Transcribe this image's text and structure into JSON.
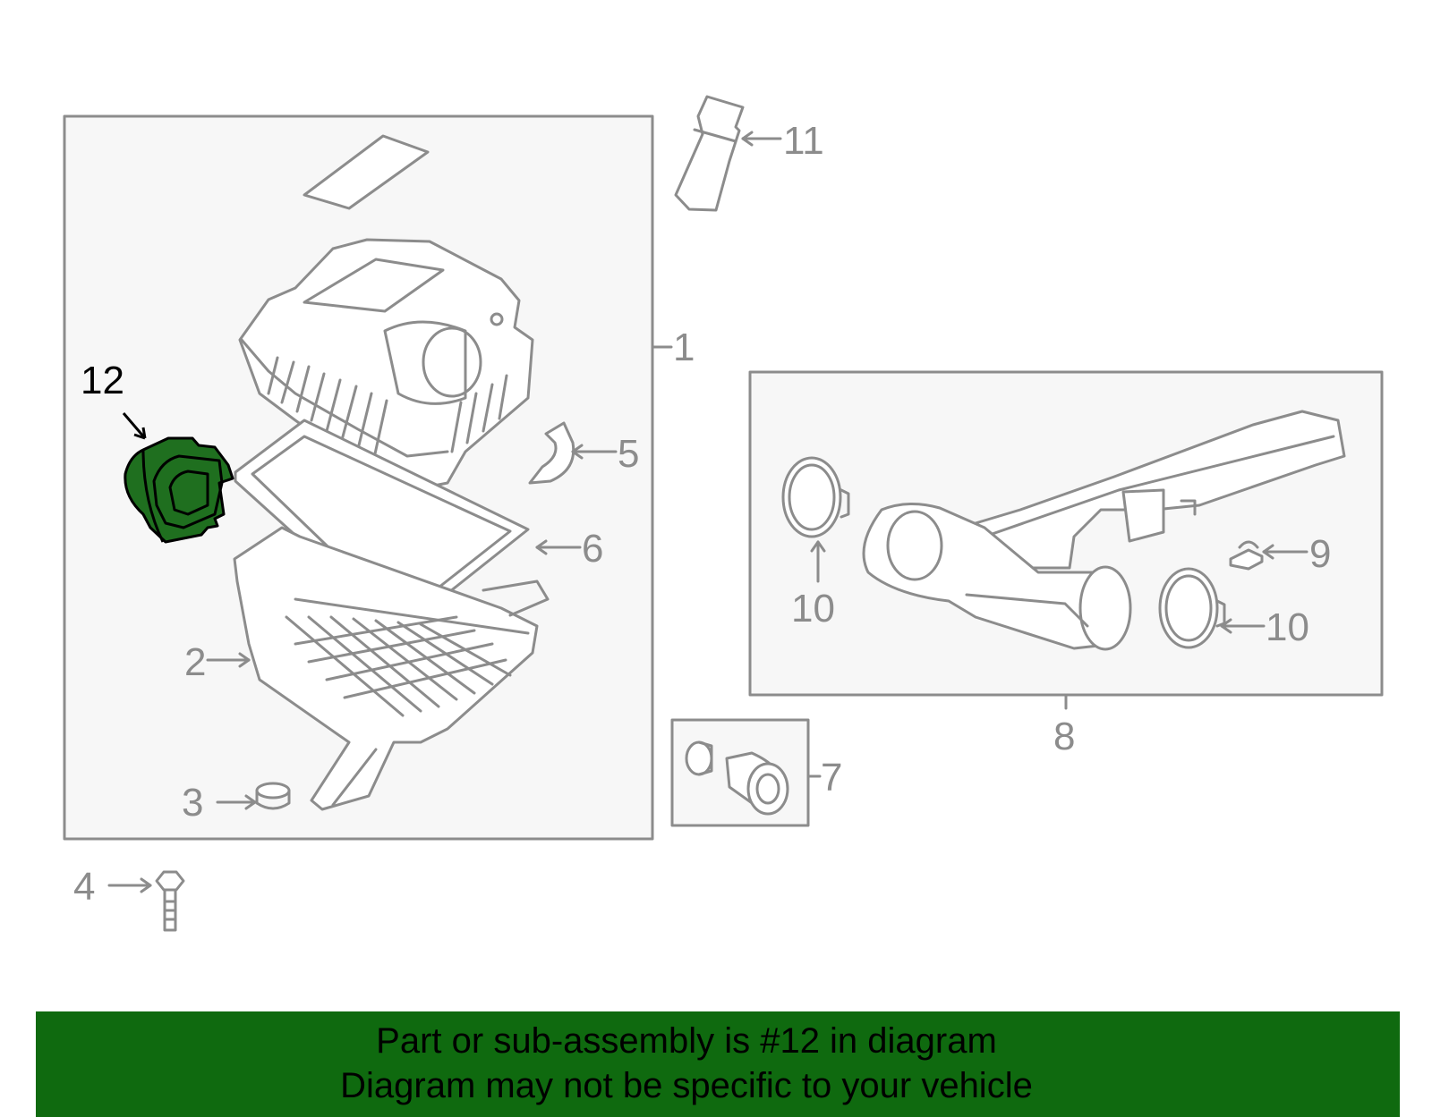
{
  "callouts": {
    "c1": "1",
    "c2": "2",
    "c3": "3",
    "c4": "4",
    "c5": "5",
    "c6": "6",
    "c7": "7",
    "c8": "8",
    "c9": "9",
    "c10a": "10",
    "c10b": "10",
    "c11": "11",
    "c12": "12"
  },
  "banner": {
    "line1": "Part or sub-assembly is #12 in diagram",
    "line2": "Diagram may not be specific to your vehicle"
  },
  "colors": {
    "highlight": "#1f6f1f",
    "line": "#8c8c8c",
    "banner": "#0f6a0f"
  }
}
